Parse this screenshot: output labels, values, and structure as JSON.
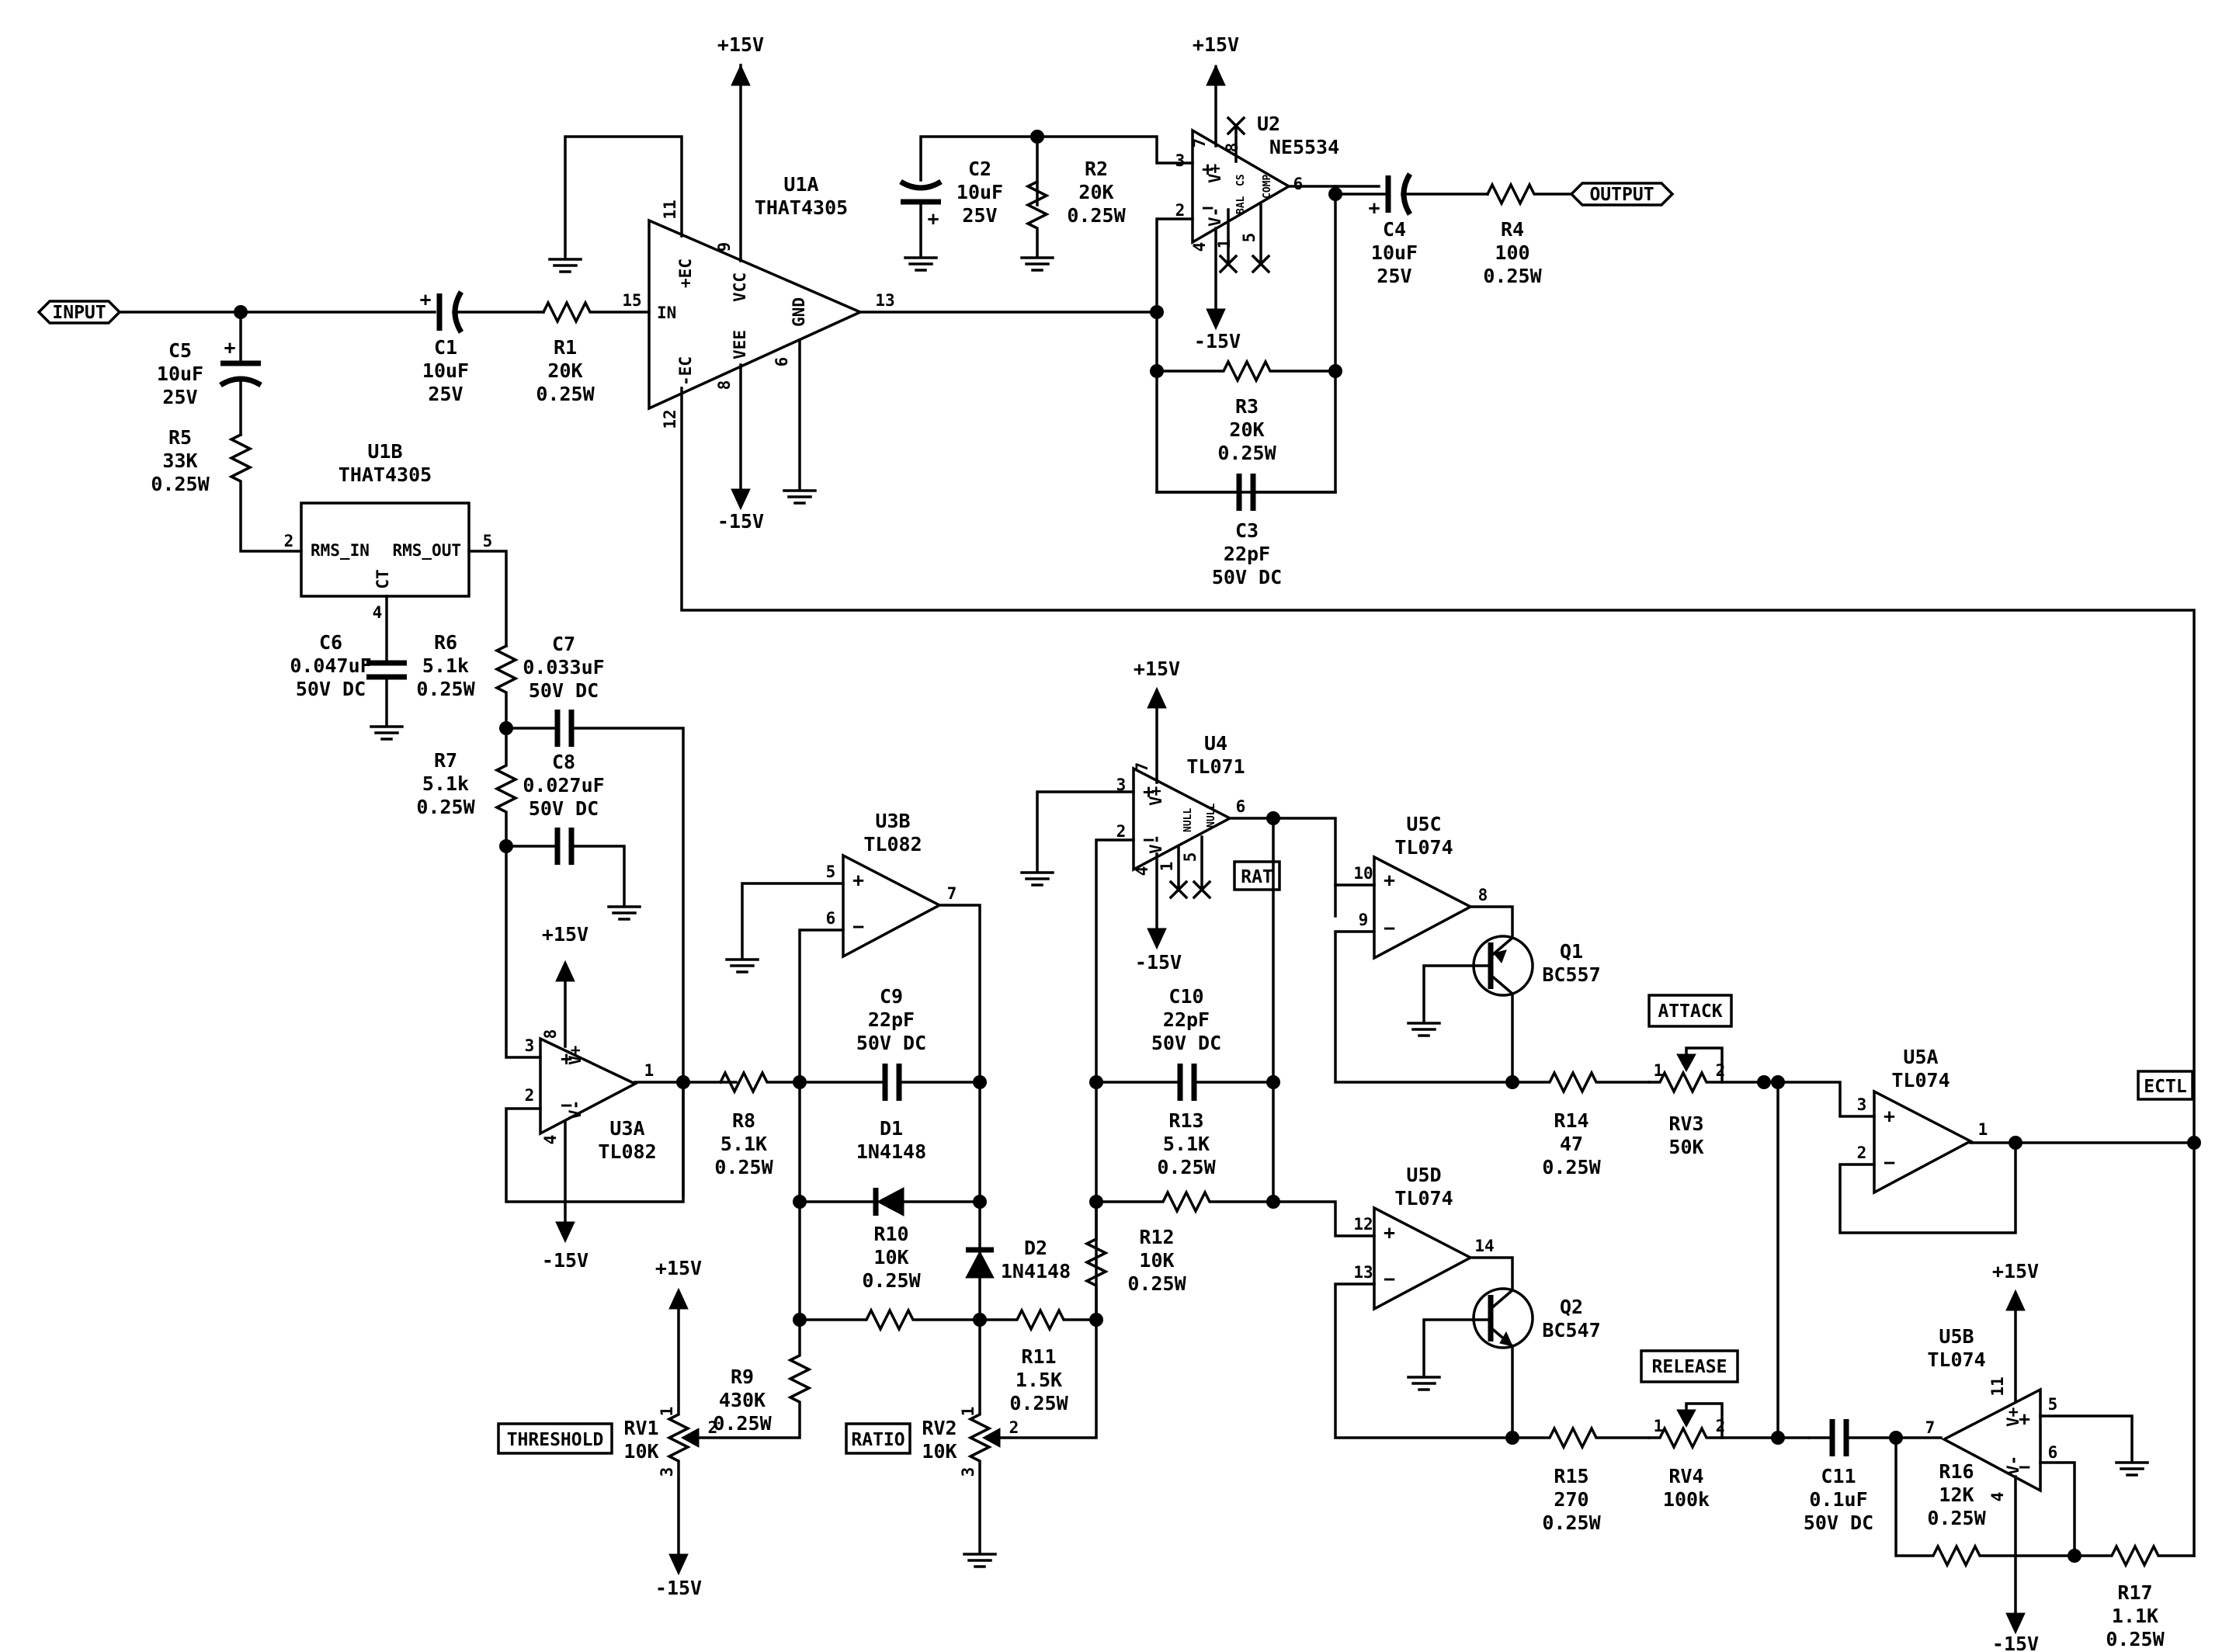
{
  "ports": {
    "input": "INPUT",
    "output": "OUTPUT"
  },
  "rails": {
    "pos": "+15V",
    "neg": "-15V"
  },
  "tags": {
    "ratio": "RATIO",
    "threshold": "THRESHOLD",
    "attack": "ATTACK",
    "release": "RELEASE",
    "rat": "RAT",
    "ectl": "ECTL"
  },
  "ics": {
    "u1a": {
      "ref": "U1A",
      "part": "THAT4305",
      "in": "IN",
      "vcc": "VCC",
      "vee": "VEE",
      "gnd": "GND",
      "pec": "+EC",
      "nec": "-EC"
    },
    "u1b": {
      "ref": "U1B",
      "part": "THAT4305",
      "rms_in": "RMS_IN",
      "rms_out": "RMS_OUT",
      "ct": "CT"
    },
    "u2": {
      "ref": "U2",
      "part": "NE5534"
    },
    "u3a": {
      "ref": "U3A",
      "part": "TL082"
    },
    "u3b": {
      "ref": "U3B",
      "part": "TL082"
    },
    "u4": {
      "ref": "U4",
      "part": "TL071"
    },
    "u5a": {
      "ref": "U5A",
      "part": "TL074"
    },
    "u5b": {
      "ref": "U5B",
      "part": "TL074"
    },
    "u5c": {
      "ref": "U5C",
      "part": "TL074"
    },
    "u5d": {
      "ref": "U5D",
      "part": "TL074"
    }
  },
  "opamp_marks": {
    "vplus": "V+",
    "vminus": "V-",
    "plus": "+",
    "minus": "-",
    "bal": "BAL",
    "comp": "COMP",
    "cs": "CS",
    "null": "NULL"
  },
  "resistors": {
    "r1": [
      "R1",
      "20K",
      "0.25W"
    ],
    "r2": [
      "R2",
      "20K",
      "0.25W"
    ],
    "r3": [
      "R3",
      "20K",
      "0.25W"
    ],
    "r4": [
      "R4",
      "100",
      "0.25W"
    ],
    "r5": [
      "R5",
      "33K",
      "0.25W"
    ],
    "r6": [
      "R6",
      "5.1k",
      "0.25W"
    ],
    "r7": [
      "R7",
      "5.1k",
      "0.25W"
    ],
    "r8": [
      "R8",
      "5.1K",
      "0.25W"
    ],
    "r9": [
      "R9",
      "430K",
      "0.25W"
    ],
    "r10": [
      "R10",
      "10K",
      "0.25W"
    ],
    "r11": [
      "R11",
      "1.5K",
      "0.25W"
    ],
    "r12": [
      "R12",
      "10K",
      "0.25W"
    ],
    "r13": [
      "R13",
      "5.1K",
      "0.25W"
    ],
    "r14": [
      "R14",
      "47",
      "0.25W"
    ],
    "r15": [
      "R15",
      "270",
      "0.25W"
    ],
    "r16": [
      "R16",
      "12K",
      "0.25W"
    ],
    "r17": [
      "R17",
      "1.1K",
      "0.25W"
    ]
  },
  "capacitors": {
    "c1": [
      "C1",
      "10uF",
      "25V"
    ],
    "c2": [
      "C2",
      "10uF",
      "25V"
    ],
    "c3": [
      "C3",
      "22pF",
      "50V DC"
    ],
    "c4": [
      "C4",
      "10uF",
      "25V"
    ],
    "c5": [
      "C5",
      "10uF",
      "25V"
    ],
    "c6": [
      "C6",
      "0.047uF",
      "50V DC"
    ],
    "c7": [
      "C7",
      "0.033uF",
      "50V DC"
    ],
    "c8": [
      "C8",
      "0.027uF",
      "50V DC"
    ],
    "c9": [
      "C9",
      "22pF",
      "50V DC"
    ],
    "c10": [
      "C10",
      "22pF",
      "50V DC"
    ],
    "c11": [
      "C11",
      "0.1uF",
      "50V DC"
    ]
  },
  "diodes": {
    "d1": [
      "D1",
      "1N4148"
    ],
    "d2": [
      "D2",
      "1N4148"
    ]
  },
  "transistors": {
    "q1": [
      "Q1",
      "BC557"
    ],
    "q2": [
      "Q2",
      "BC547"
    ]
  },
  "pots": {
    "rv1": [
      "RV1",
      "10K"
    ],
    "rv2": [
      "RV2",
      "10K"
    ],
    "rv3": [
      "RV3",
      "50K"
    ],
    "rv4": [
      "RV4",
      "100k"
    ]
  },
  "pins": {
    "u1a": {
      "in": "15",
      "out": "13",
      "vcc": "9",
      "vee": "8",
      "gnd": "6",
      "pec": "11",
      "nec": "12"
    },
    "u1b": {
      "rms_in": "2",
      "rms_out": "5",
      "ct": "4"
    },
    "u2": {
      "p3": "3",
      "p2": "2",
      "p6": "6",
      "p7": "7",
      "p4": "4",
      "p8": "8",
      "p1": "1",
      "p5": "5"
    },
    "u3a": {
      "p3": "3",
      "p2": "2",
      "p1": "1",
      "p8": "8",
      "p4": "4"
    },
    "u3b": {
      "p5": "5",
      "p6": "6",
      "p7": "7"
    },
    "u4": {
      "p3": "3",
      "p2": "2",
      "p6": "6",
      "p7": "7",
      "p4": "4",
      "p1": "1",
      "p5": "5"
    },
    "u5c": {
      "p10": "10",
      "p9": "9",
      "p8": "8"
    },
    "u5d": {
      "p12": "12",
      "p13": "13",
      "p14": "14"
    },
    "u5a": {
      "p3": "3",
      "p2": "2",
      "p1": "1"
    },
    "u5b": {
      "p5": "5",
      "p6": "6",
      "p7": "7",
      "p11": "11",
      "p4": "4"
    },
    "pot": {
      "p1": "1",
      "p2": "2",
      "p3": "3"
    }
  }
}
